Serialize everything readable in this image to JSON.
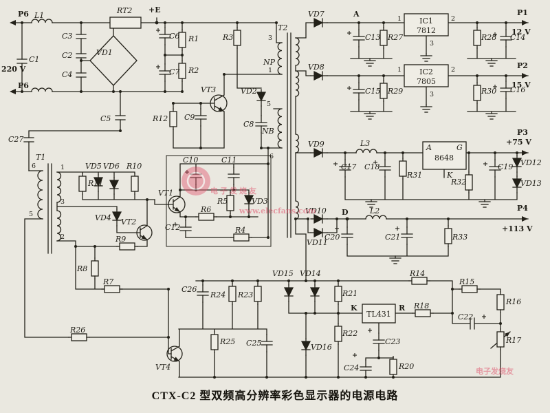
{
  "caption": "CTX-C2 型双频高分辨率彩色显示器的电源电路",
  "watermark": {
    "brand": "电子发烧友",
    "site": "www.elecfans.com",
    "small": "电子发烧友"
  },
  "colors": {
    "ink": "#232119",
    "paper": "#eae8e0",
    "watermark_pink": "#e0556e"
  },
  "labels": {
    "p6_top": "P6",
    "p6_bot": "P6",
    "v220": "220 V",
    "l1": "L1",
    "c1": "C1",
    "c2": "C2",
    "c3": "C3",
    "c4": "C4",
    "vd1": "VD1",
    "rt2": "RT2",
    "e_plus": "+E",
    "c6": "C6",
    "c7": "C7",
    "r1": "R1",
    "r2": "R2",
    "r3": "R3",
    "t2": "T2",
    "t2_p3": "3",
    "t2_np": "NP",
    "t2_p1": "1",
    "t2_p5": "5",
    "t2_nb": "NB",
    "t2_p6": "6",
    "vd2": "VD2",
    "c8": "C8",
    "vt3": "VT3",
    "c9": "C9",
    "r12": "R12",
    "c5": "C5",
    "c27": "C27",
    "t1": "T1",
    "t1_p6": "6",
    "t1_p1": "1",
    "t1_p3": "3",
    "t1_p5": "5",
    "t1_p2": "2",
    "vd5": "VD5",
    "vd6": "VD6",
    "r10": "R10",
    "r11": "R11",
    "vd4": "VD4",
    "vt2": "VT2",
    "r9": "R9",
    "r8": "R8",
    "r7": "R7",
    "r26": "R26",
    "vt4": "VT4",
    "c10": "C10",
    "c11": "C11",
    "vt1": "VT1",
    "r6": "R6",
    "r5": "R5",
    "vd3": "VD3",
    "c12": "C12",
    "r4": "R4",
    "vd7": "VD7",
    "node_a": "A",
    "c13": "C13",
    "r27": "R27",
    "ic1_name": "IC1",
    "ic1_part": "7812",
    "ic1_p1": "1",
    "ic1_p2": "2",
    "ic1_p3": "3",
    "r28": "R28",
    "c14": "C14",
    "p1": "P1",
    "p1_v": "12 V",
    "vd8": "VD8",
    "c15": "C15",
    "r29": "R29",
    "ic2_name": "IC2",
    "ic2_part": "7805",
    "ic2_p1": "1",
    "ic2_p2": "2",
    "ic2_p3": "3",
    "r30": "R30",
    "c16": "C16",
    "p2": "P2",
    "p2_v": "15 V",
    "vd9": "VD9",
    "l3": "L3",
    "c17": "C17",
    "c18": "C18",
    "r31": "R31",
    "reg_name": "8648",
    "reg_a": "A",
    "reg_g": "G",
    "reg_k": "K",
    "c19": "C19",
    "r32": "R32",
    "vd12": "VD12",
    "vd13": "VD13",
    "p3": "P3",
    "p3_v": "+75 V",
    "vd10": "VD10",
    "vd11": "VD11",
    "node_d": "D",
    "l2": "L2",
    "c20": "C20",
    "c21": "C21",
    "r33": "R33",
    "p4": "P4",
    "p4_v": "+113 V",
    "r14": "R14",
    "r15": "R15",
    "vd15": "VD15",
    "vd14": "VD14",
    "r21": "R21",
    "tl431": "TL431",
    "tl431_k": "K",
    "tl431_r": "R",
    "r18": "R18",
    "c22": "C22",
    "r16": "R16",
    "r17": "R17",
    "c26": "C26",
    "r24": "R24",
    "r23": "R23",
    "r25": "R25",
    "c25": "C25",
    "vd16": "VD16",
    "r22": "R22",
    "c23": "C23",
    "c24": "C24",
    "r20": "R20"
  }
}
